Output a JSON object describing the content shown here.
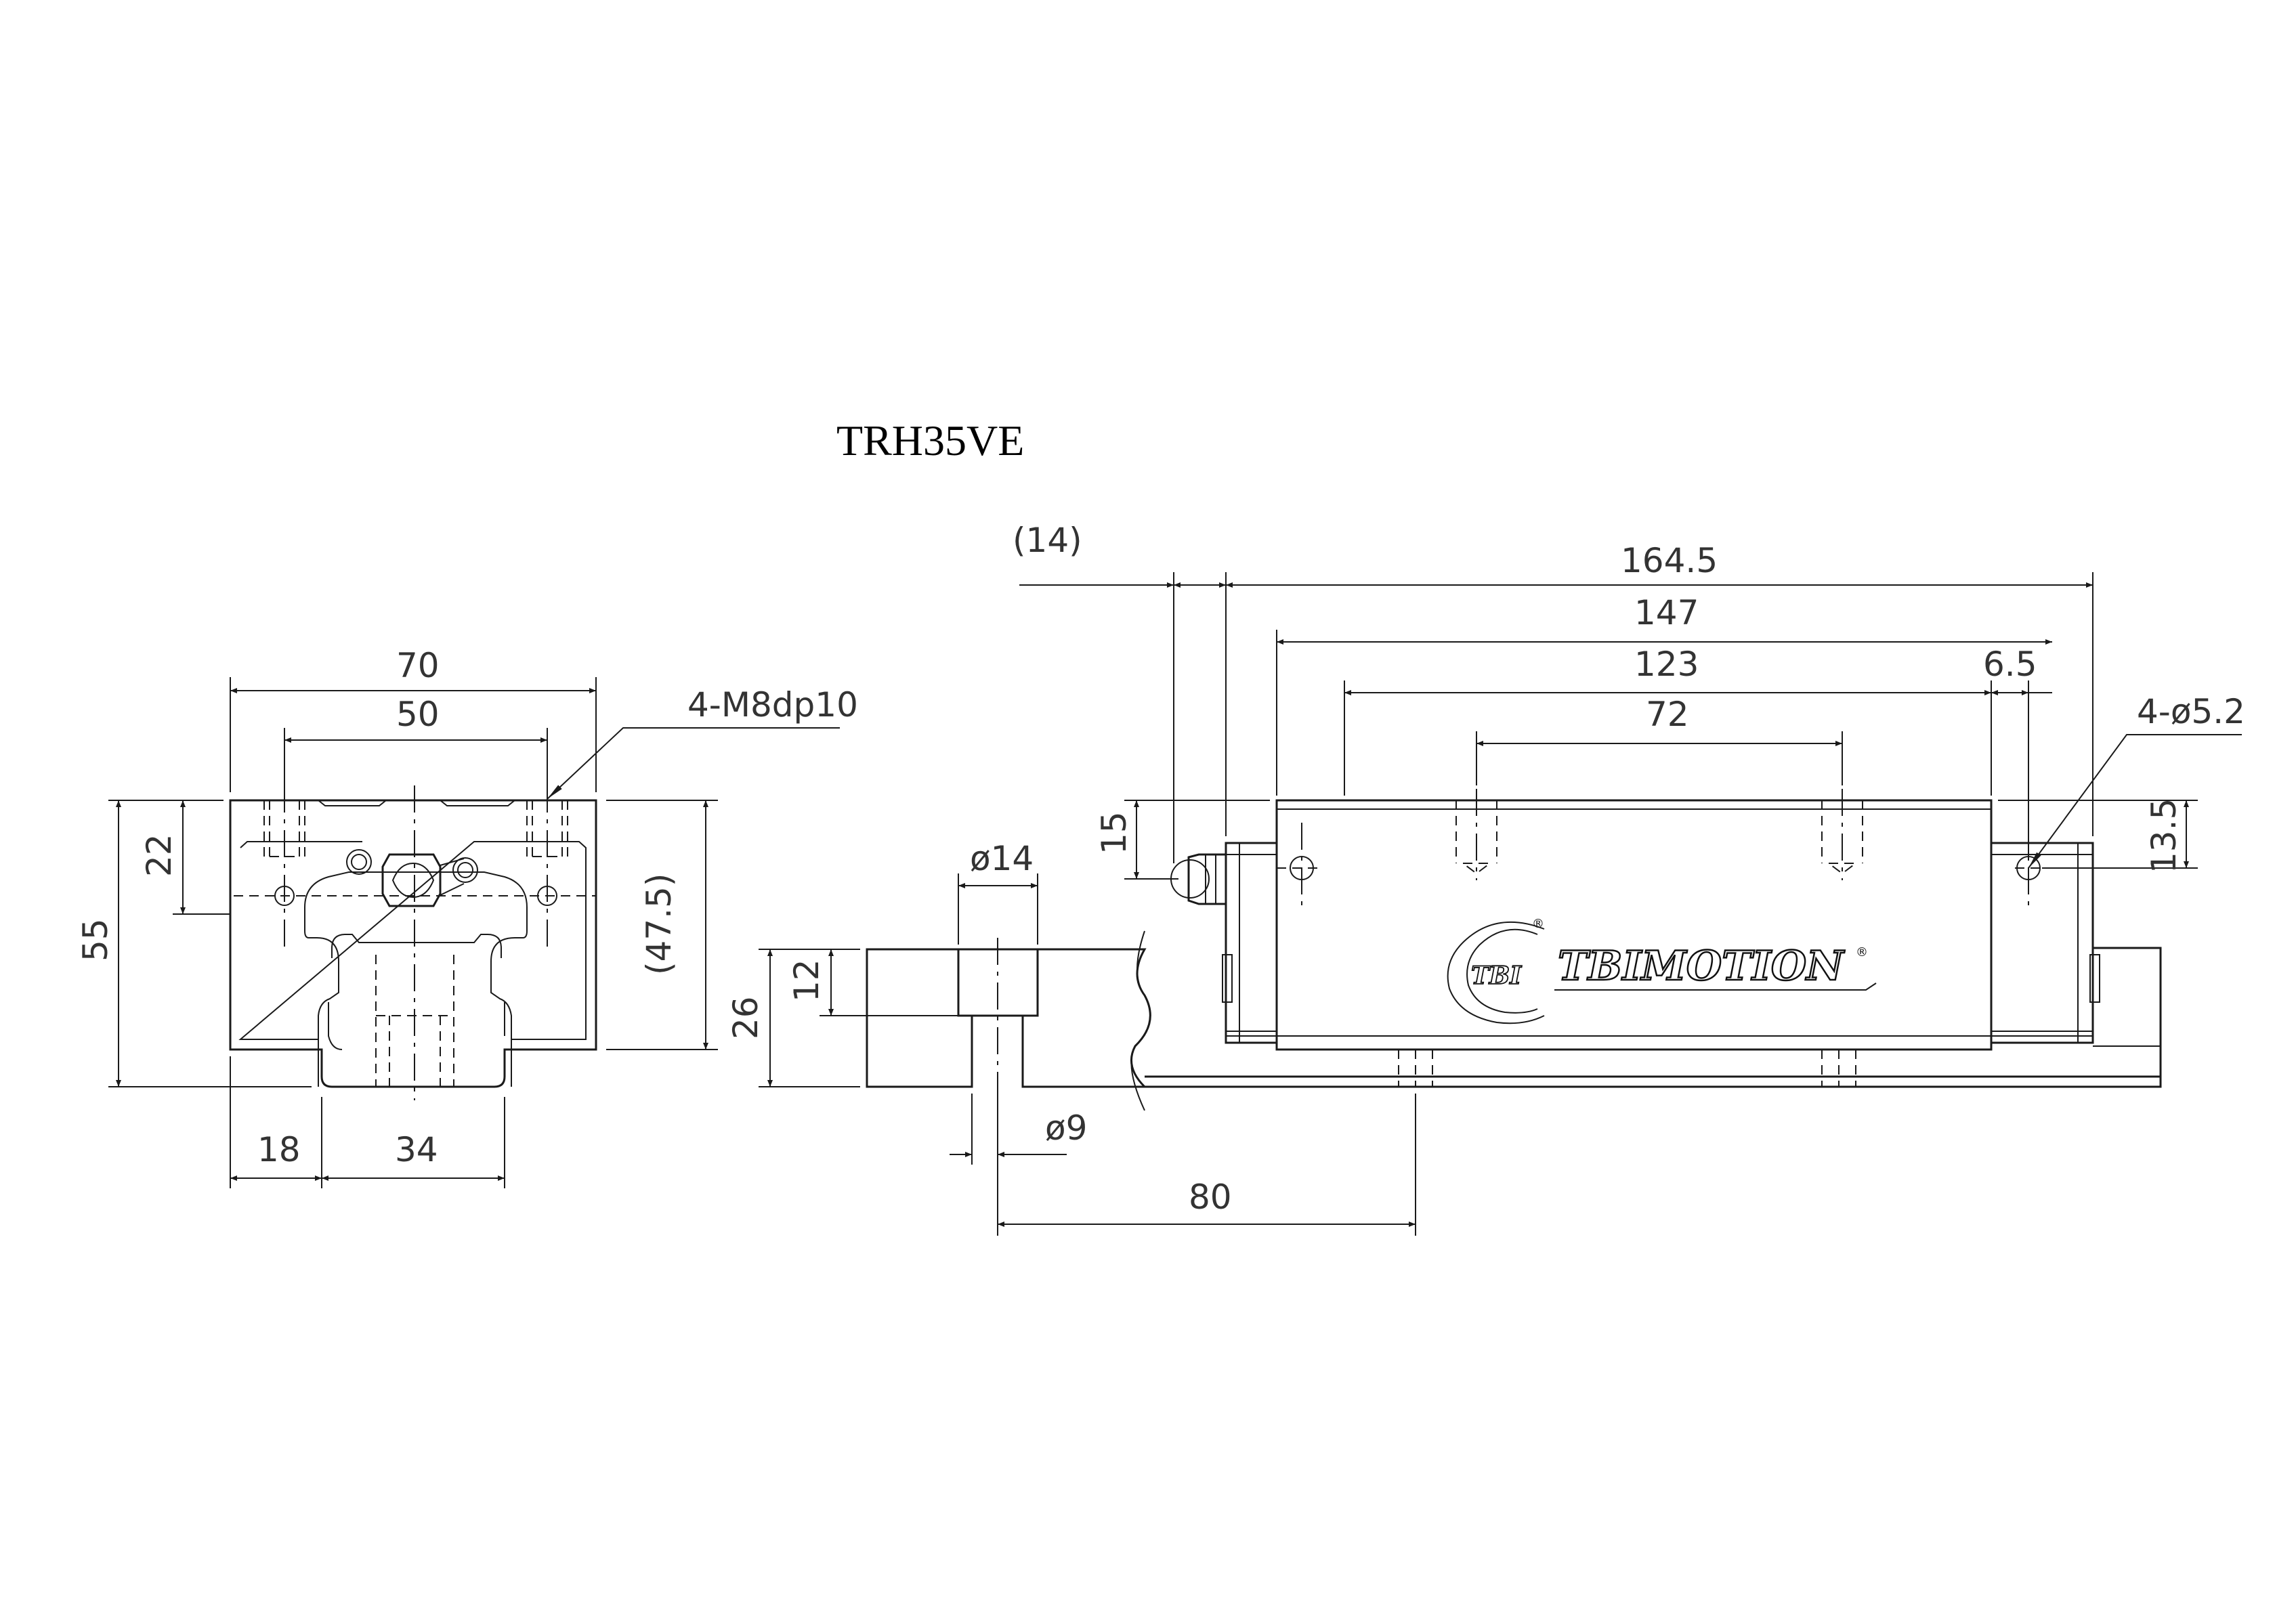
{
  "title": "TRH35VE",
  "brand": {
    "logo_text": "TBI",
    "name": "TBIMOTION",
    "registered_mark": "®"
  },
  "front_view": {
    "width_70": "70",
    "width_50": "50",
    "thread_note": "4-M8dp10",
    "height_55": "55",
    "height_22": "22",
    "height_47_5": "(47.5)",
    "width_18": "18",
    "width_34": "34"
  },
  "rail_section": {
    "dia_14": "ø14",
    "dia_9": "ø9",
    "height_12": "12",
    "height_26": "26",
    "pitch_80": "80"
  },
  "side_view": {
    "len_14": "(14)",
    "len_164_5": "164.5",
    "len_147": "147",
    "len_123": "123",
    "len_72": "72",
    "len_6_5": "6.5",
    "hole_note": "4-ø5.2",
    "height_15": "15",
    "height_13_5": "13.5"
  }
}
